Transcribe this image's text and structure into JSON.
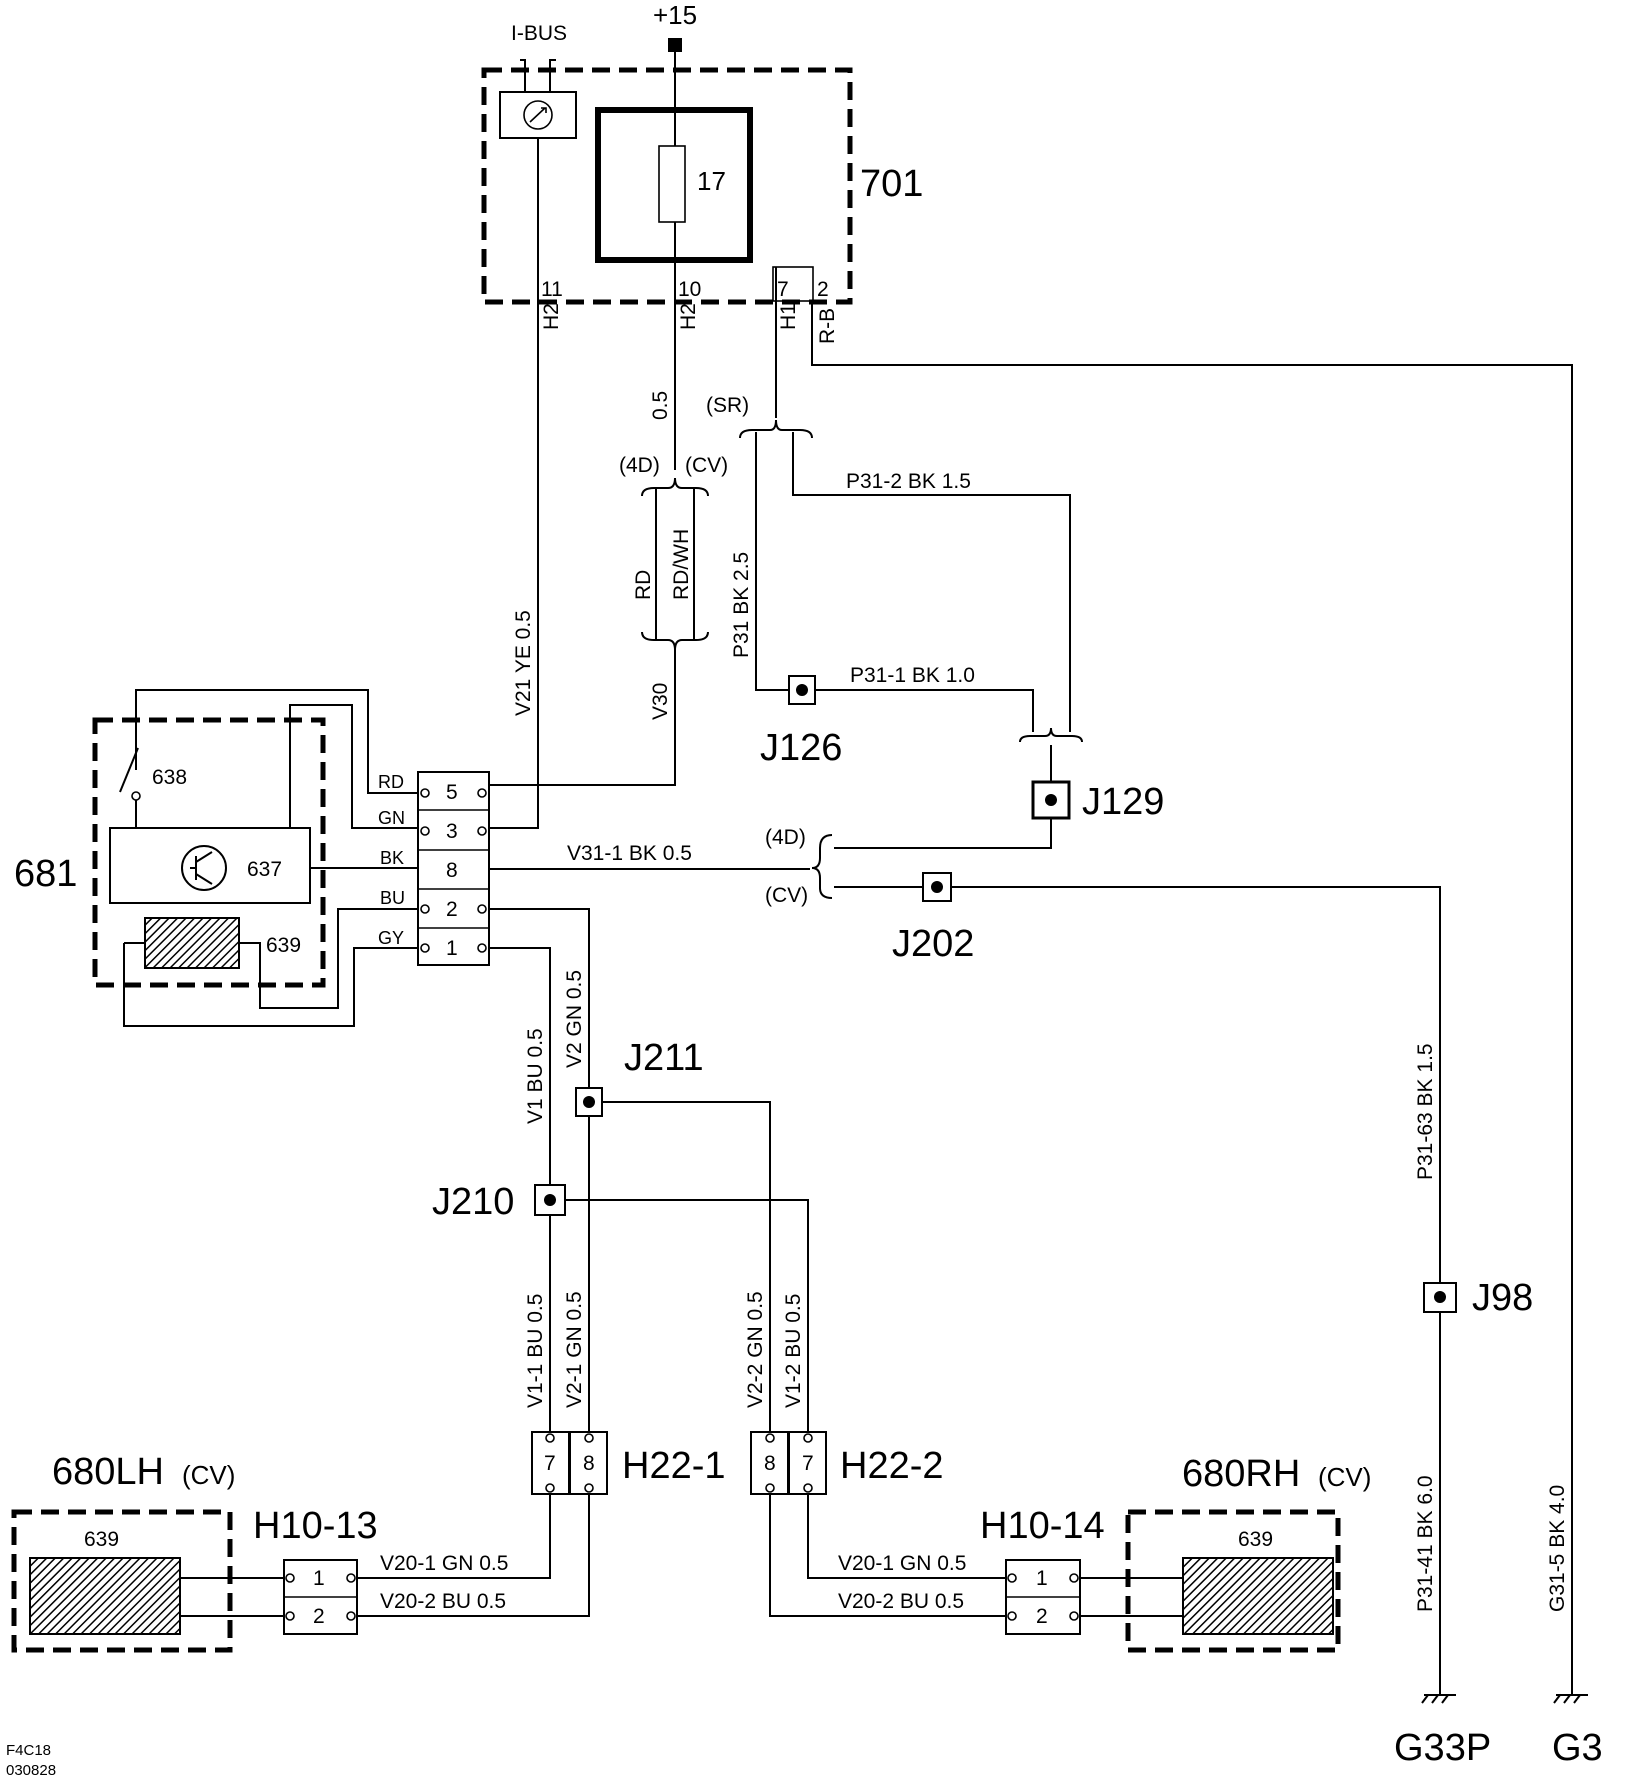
{
  "supply": {
    "label": "+15"
  },
  "ibus": {
    "label": "I-BUS"
  },
  "unit_701": {
    "label": "701",
    "fuse": "17",
    "pins": [
      "11",
      "10",
      "7",
      "2"
    ],
    "wire_codes": [
      "H2",
      "H2",
      "H1",
      "R-B"
    ]
  },
  "variants": {
    "sr": "(SR)",
    "four_d": "(4D)",
    "cv": "(CV)"
  },
  "wires": {
    "ye": "V21  YE  0.5",
    "size_05": "0.5",
    "rd": "RD",
    "rdwh": "RD/WH",
    "v30": "V30",
    "p31_bk25": "P31  BK  2.5",
    "p31_2": "P31-2  BK  1.5",
    "p31_1": "P31-1  BK     1.0",
    "v31_1": "V31-1  BK  0.5",
    "p31_63": "P31-63  BK   1.5",
    "p31_41": "P31-41  BK  6.0",
    "g31_5": "G31-5  BK  4.0",
    "v1_bu": "V1  BU  0.5",
    "v2_gn": "V2  GN  0.5",
    "v1_1": "V1-1  BU   0.5",
    "v2_1": "V2-1  GN   0.5",
    "v2_2": "V2-2  GN   0.5",
    "v1_2": "V1-2  BU   0.5",
    "v20_1_left": "V20-1 GN   0.5",
    "v20_2_left": "V20-2  BU  0.5",
    "v20_1_right": "V20-1  GN  0.5",
    "v20_2_right": "V20-2  BU  0.5"
  },
  "module_681": {
    "label": "681",
    "switch": "638",
    "transistor": "637",
    "heater": "639",
    "colors": [
      "RD",
      "GN",
      "BK",
      "BU",
      "GY"
    ],
    "pins": [
      "5",
      "3",
      "8",
      "2",
      "1"
    ]
  },
  "junctions": {
    "j126": "J126",
    "j129": "J129",
    "j202": "J202",
    "j211": "J211",
    "j210": "J210",
    "j98": "J98"
  },
  "connectors": {
    "h22_1": {
      "label": "H22-1",
      "pins": [
        "7",
        "8"
      ]
    },
    "h22_2": {
      "label": "H22-2",
      "pins": [
        "8",
        "7"
      ]
    },
    "h10_13": {
      "label": "H10-13",
      "pins": [
        "1",
        "2"
      ]
    },
    "h10_14": {
      "label": "H10-14",
      "pins": [
        "1",
        "2"
      ]
    }
  },
  "heaters": {
    "left": {
      "label": "680LH",
      "variant": "(CV)",
      "element": "639"
    },
    "right": {
      "label": "680RH",
      "variant": "(CV)",
      "element": "639"
    }
  },
  "grounds": {
    "g33p": "G33P",
    "g3": "G3"
  },
  "footer": {
    "code": "F4C18",
    "date": "030828"
  }
}
